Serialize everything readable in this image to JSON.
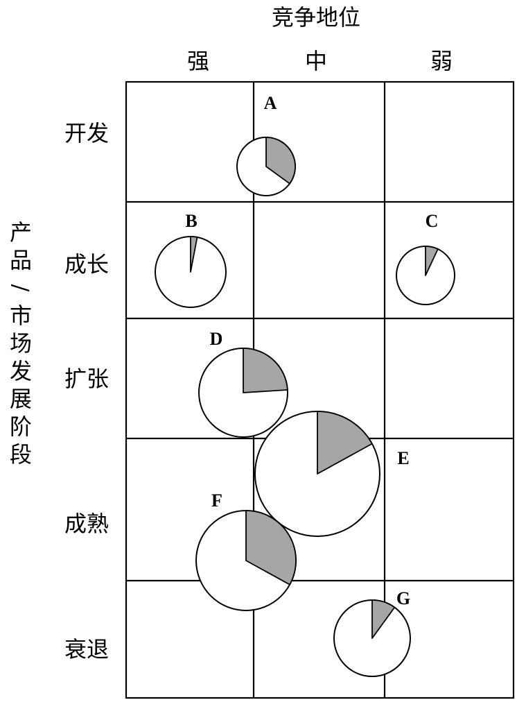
{
  "chart_data": {
    "type": "bubble-pie-matrix",
    "x_title": "竞争地位",
    "y_title": "产品/市场发展阶段",
    "columns": [
      "强",
      "中",
      "弱"
    ],
    "rows": [
      "开发",
      "成长",
      "扩张",
      "成熟",
      "衰退"
    ],
    "bubbles": [
      {
        "label": "A",
        "share": 0.35
      },
      {
        "label": "B",
        "share": 0.03
      },
      {
        "label": "C",
        "share": 0.07
      },
      {
        "label": "D",
        "share": 0.24
      },
      {
        "label": "E",
        "share": 0.17
      },
      {
        "label": "F",
        "share": 0.33
      },
      {
        "label": "G",
        "share": 0.1
      }
    ]
  }
}
